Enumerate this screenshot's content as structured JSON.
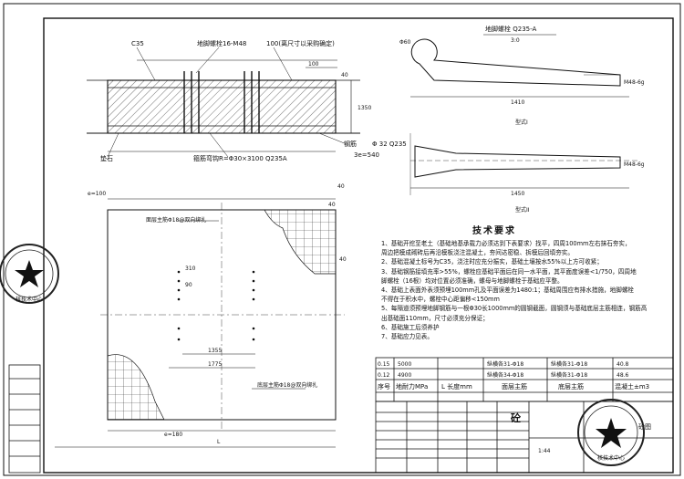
{
  "section": {
    "c35": "C35",
    "anchor_bolt": "地脚螺栓16-M48",
    "dim_100": "100",
    "dim_100_note": "100(离尺寸以采购确定)",
    "dim_1350": "1350",
    "dim_40": "40",
    "steel_label": "钢筋",
    "steel_spec": "Φ 32  Q235",
    "spacing": "3e=540",
    "cushion": "垫石",
    "stirrup": "箍筋弯钩R=Φ30×3100 Q235A"
  },
  "bolt_detail": {
    "title": "地脚螺栓  Q235-A",
    "scale": "3:0",
    "dia": "Φ60",
    "thread1": "M48-6g",
    "len1": "1410",
    "type1": "型式I",
    "thread2": "M48-6g",
    "len2": "1450",
    "type2": "型式II"
  },
  "plan": {
    "e100": "e=100",
    "d40a": "40",
    "d40b": "40",
    "d40c": "40",
    "d310": "310",
    "d90": "90",
    "d1355": "1355",
    "d1775": "1775",
    "e180": "e=180",
    "L": "L",
    "top_rebar": "面层主筋Φ18@双向绑扎",
    "bottom_rebar": "底层主筋Φ18@双向绑扎"
  },
  "notes": {
    "title": "技术要求",
    "lines": [
      "1、基础开挖至老土（基础地基承载力必须达到下表要求）找平，四周100mm左右抹石夯实，",
      "   周边把模成砌砖后再沿模板浇注混凝土，夯间达密稳、拆模后回填夯实。",
      "2、基础混凝土标号为C35，浇注时应充分振实，基础土壤按水55%以上方可收紧；",
      "3、基础钢筋接填充率>55%，螺栓应基础平面后在同一水平面，其平面度误差<1/750，四周地",
      "   脚螺栓（16根）均对位置必须准确，螺母与地脚螺栓于基础应平整。",
      "4、基础上表面外表须预埋100mm孔及平面误差为1480:1；基础周围应有排水措施，地脚螺栓",
      "   不得在于积水中，螺栓中心距偏移<150mm",
      "5、每隔道须预埋地脚钢筋与一根Φ30长1000mm的圆钢截面，圆钢须与基础底层主筋相连，钢筋高",
      "   出基础面110mm，尺寸必须充分保证；",
      "6、基础施工后须养护",
      "7、基础应力见表。"
    ]
  },
  "table": {
    "rows": [
      [
        "0.15",
        "5000",
        "纵横各31-Φ18",
        "纵横各31-Φ18",
        "40.8"
      ],
      [
        "0.12",
        "4900",
        "纵横各34-Φ18",
        "纵横各31-Φ18",
        "48.6"
      ]
    ],
    "headers": [
      "序号",
      "地耐力MPa",
      "L 长度mm",
      "面层主筋",
      "底层主筋",
      "混凝土±m3"
    ],
    "drawing_title": "砼",
    "scale_val": "1:44",
    "drawing_no": "砼图"
  },
  "left_stamp": "核技术中心",
  "right_stamp": "核技术中心"
}
